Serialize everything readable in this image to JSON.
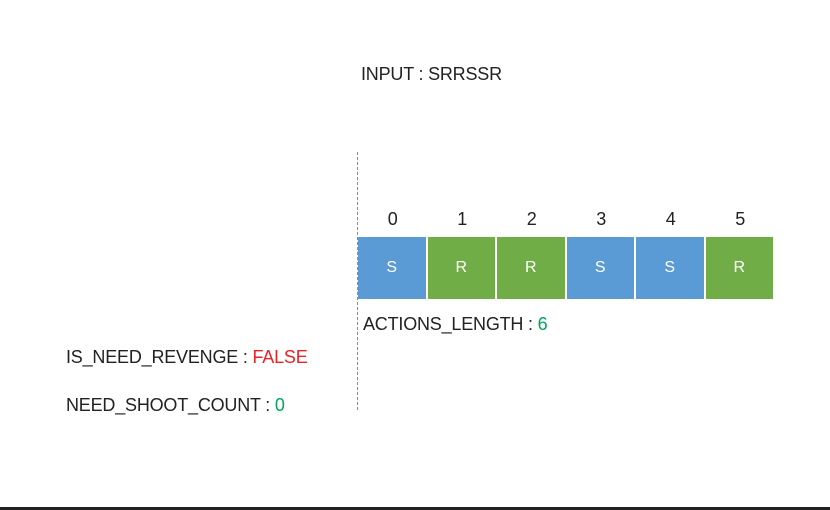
{
  "input": {
    "label": "INPUT : ",
    "value": "SRRSSR"
  },
  "actions_length": {
    "label": "ACTIONS_LENGTH : ",
    "value": "6"
  },
  "is_need_revenge": {
    "label": "IS_NEED_REVENGE : ",
    "value": "FALSE"
  },
  "need_shoot_count": {
    "label": "NEED_SHOOT_COUNT : ",
    "value": "0"
  },
  "cells": [
    {
      "index": "0",
      "value": "S"
    },
    {
      "index": "1",
      "value": "R"
    },
    {
      "index": "2",
      "value": "R"
    },
    {
      "index": "3",
      "value": "S"
    },
    {
      "index": "4",
      "value": "S"
    },
    {
      "index": "5",
      "value": "R"
    }
  ],
  "colors": {
    "S": "#5b9bd5",
    "R": "#70ad47",
    "false_value": "#e8232a",
    "number_value": "#00a65a"
  }
}
